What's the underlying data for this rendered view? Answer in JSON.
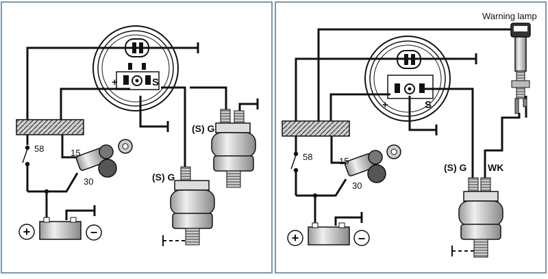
{
  "panels": [
    {
      "id": "left",
      "gauge": {
        "plus": "+",
        "signal": "S"
      },
      "battery": {
        "plus": "+",
        "minus": "−"
      },
      "switch": {
        "label": "58"
      },
      "ignition": {
        "in": "15",
        "out": "30"
      },
      "senders": [
        {
          "label": "(S) G"
        },
        {
          "label": "(S) G"
        }
      ]
    },
    {
      "id": "right",
      "gauge": {
        "plus": "+",
        "signal": "S"
      },
      "battery": {
        "plus": "+",
        "minus": "−"
      },
      "switch": {
        "label": "58"
      },
      "ignition": {
        "in": "15",
        "out": "30"
      },
      "warning_lamp": {
        "label": "Warning lamp"
      },
      "senders": [
        {
          "label": "(S) G",
          "label2": "WK"
        }
      ]
    }
  ],
  "colors": {
    "frame": "#7d96ad",
    "wire": "#111111",
    "body": "#d8d8d8"
  }
}
